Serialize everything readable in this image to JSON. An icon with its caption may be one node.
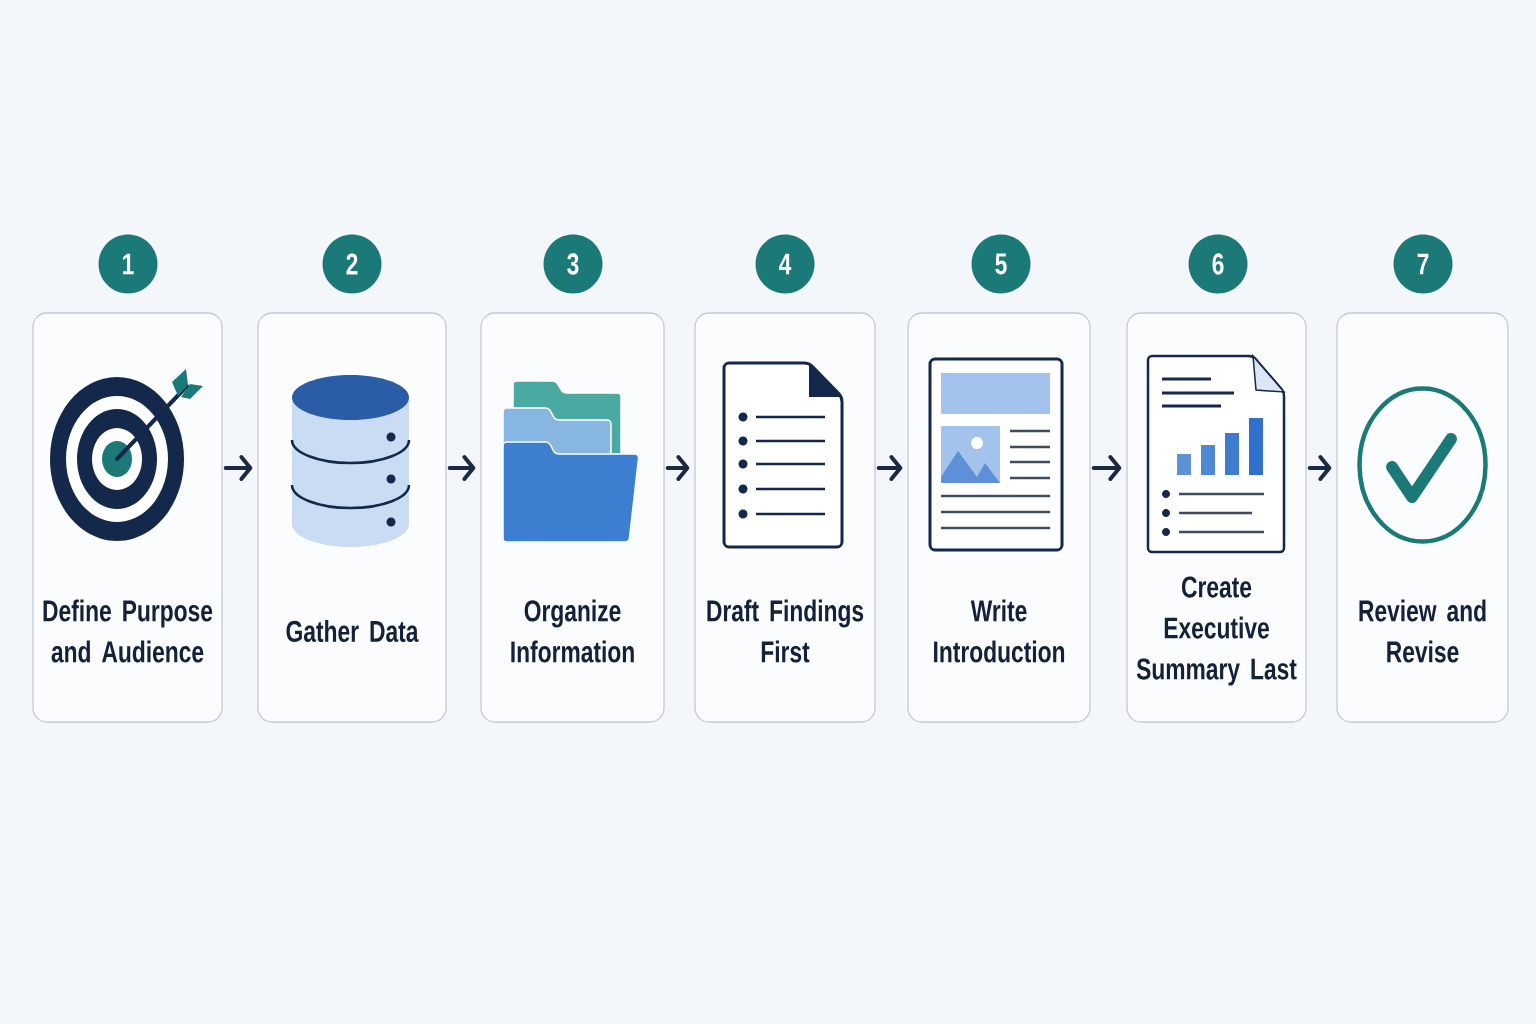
{
  "diagram": {
    "nodes": [
      {
        "text": [
          "1"
        ]
      },
      {
        "text": [
          "2"
        ]
      },
      {
        "text": [
          "3"
        ]
      },
      {
        "text": [
          "4"
        ]
      },
      {
        "text": [
          "5"
        ]
      },
      {
        "text": [
          "6"
        ]
      },
      {
        "text": [
          "7"
        ]
      },
      {
        "text": [
          "Define Purpose and Audience"
        ]
      },
      {
        "text": [
          "Gather Data"
        ]
      },
      {
        "text": [
          "Organize Information"
        ]
      },
      {
        "text": [
          "Draft Findings First"
        ]
      },
      {
        "text": [
          "Write Introduction"
        ]
      },
      {
        "text": [
          "Create Executive Summary Last"
        ]
      },
      {
        "text": [
          "Review and Revise"
        ]
      }
    ],
    "edges": [
      {
        "from": 7,
        "to": 8,
        "arrow": "to"
      },
      {
        "from": 8,
        "to": 9,
        "arrow": "to"
      },
      {
        "from": 9,
        "to": 10,
        "arrow": "to"
      },
      {
        "from": 10,
        "to": 11,
        "arrow": "to"
      },
      {
        "from": 11,
        "to": 12,
        "arrow": "to"
      },
      {
        "from": 12,
        "to": 13,
        "arrow": "to"
      }
    ]
  }
}
